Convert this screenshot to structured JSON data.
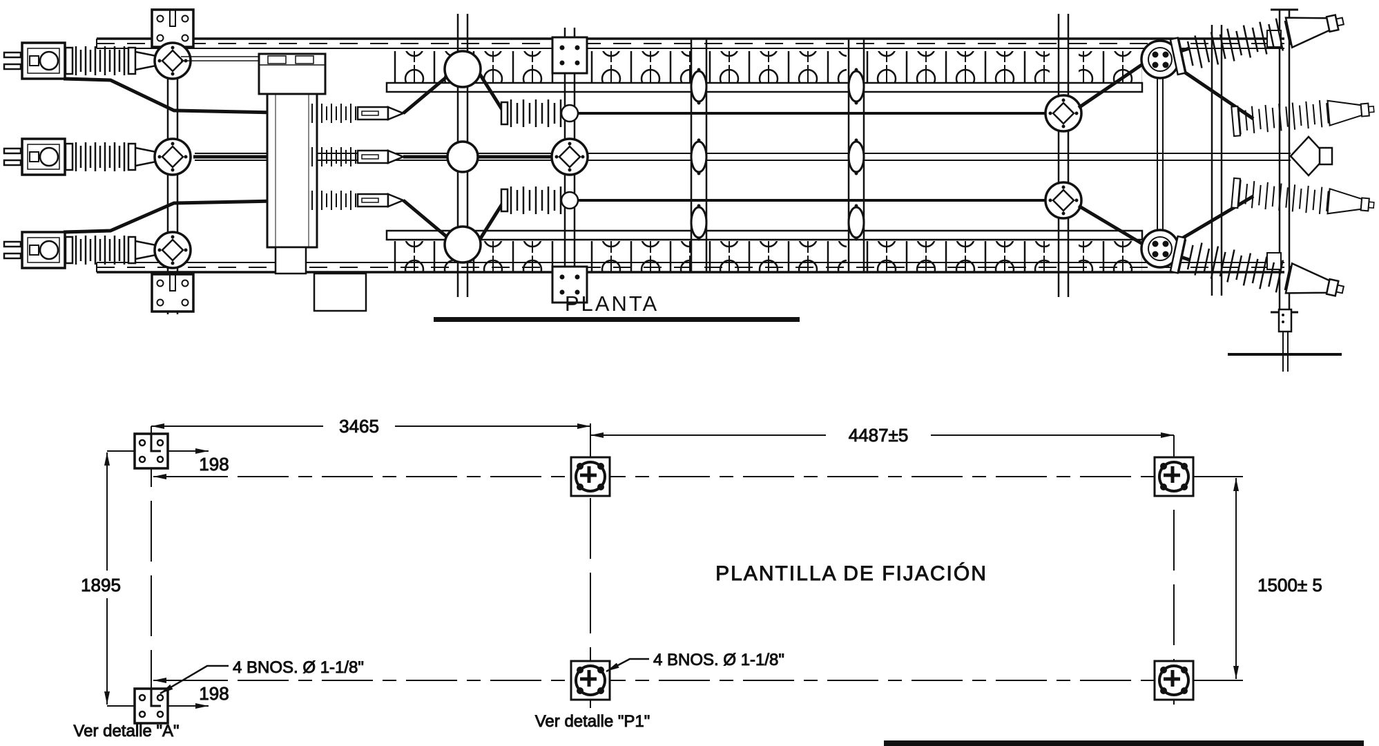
{
  "page": {
    "background": "#ffffff",
    "ink": "#111111",
    "kind": "technical plan drawing"
  },
  "planta": {
    "title": "PLANTA"
  },
  "plantilla": {
    "title": "PLANTILLA DE FIJACIÓN",
    "dim_top_left": "3465",
    "dim_top_right": "4487±5",
    "dim_left_height": "1895",
    "dim_right_height": "1500± 5",
    "dim_offset_top": "198",
    "dim_offset_bottom": "198",
    "note_bolts_left": "4 BNOS. Ø 1-1/8\"",
    "note_bolts_center": "4 BNOS. Ø 1-1/8\"",
    "note_detail_a": "Ver detalle \"A\"",
    "note_detail_p1": "Ver detalle \"P1\""
  }
}
